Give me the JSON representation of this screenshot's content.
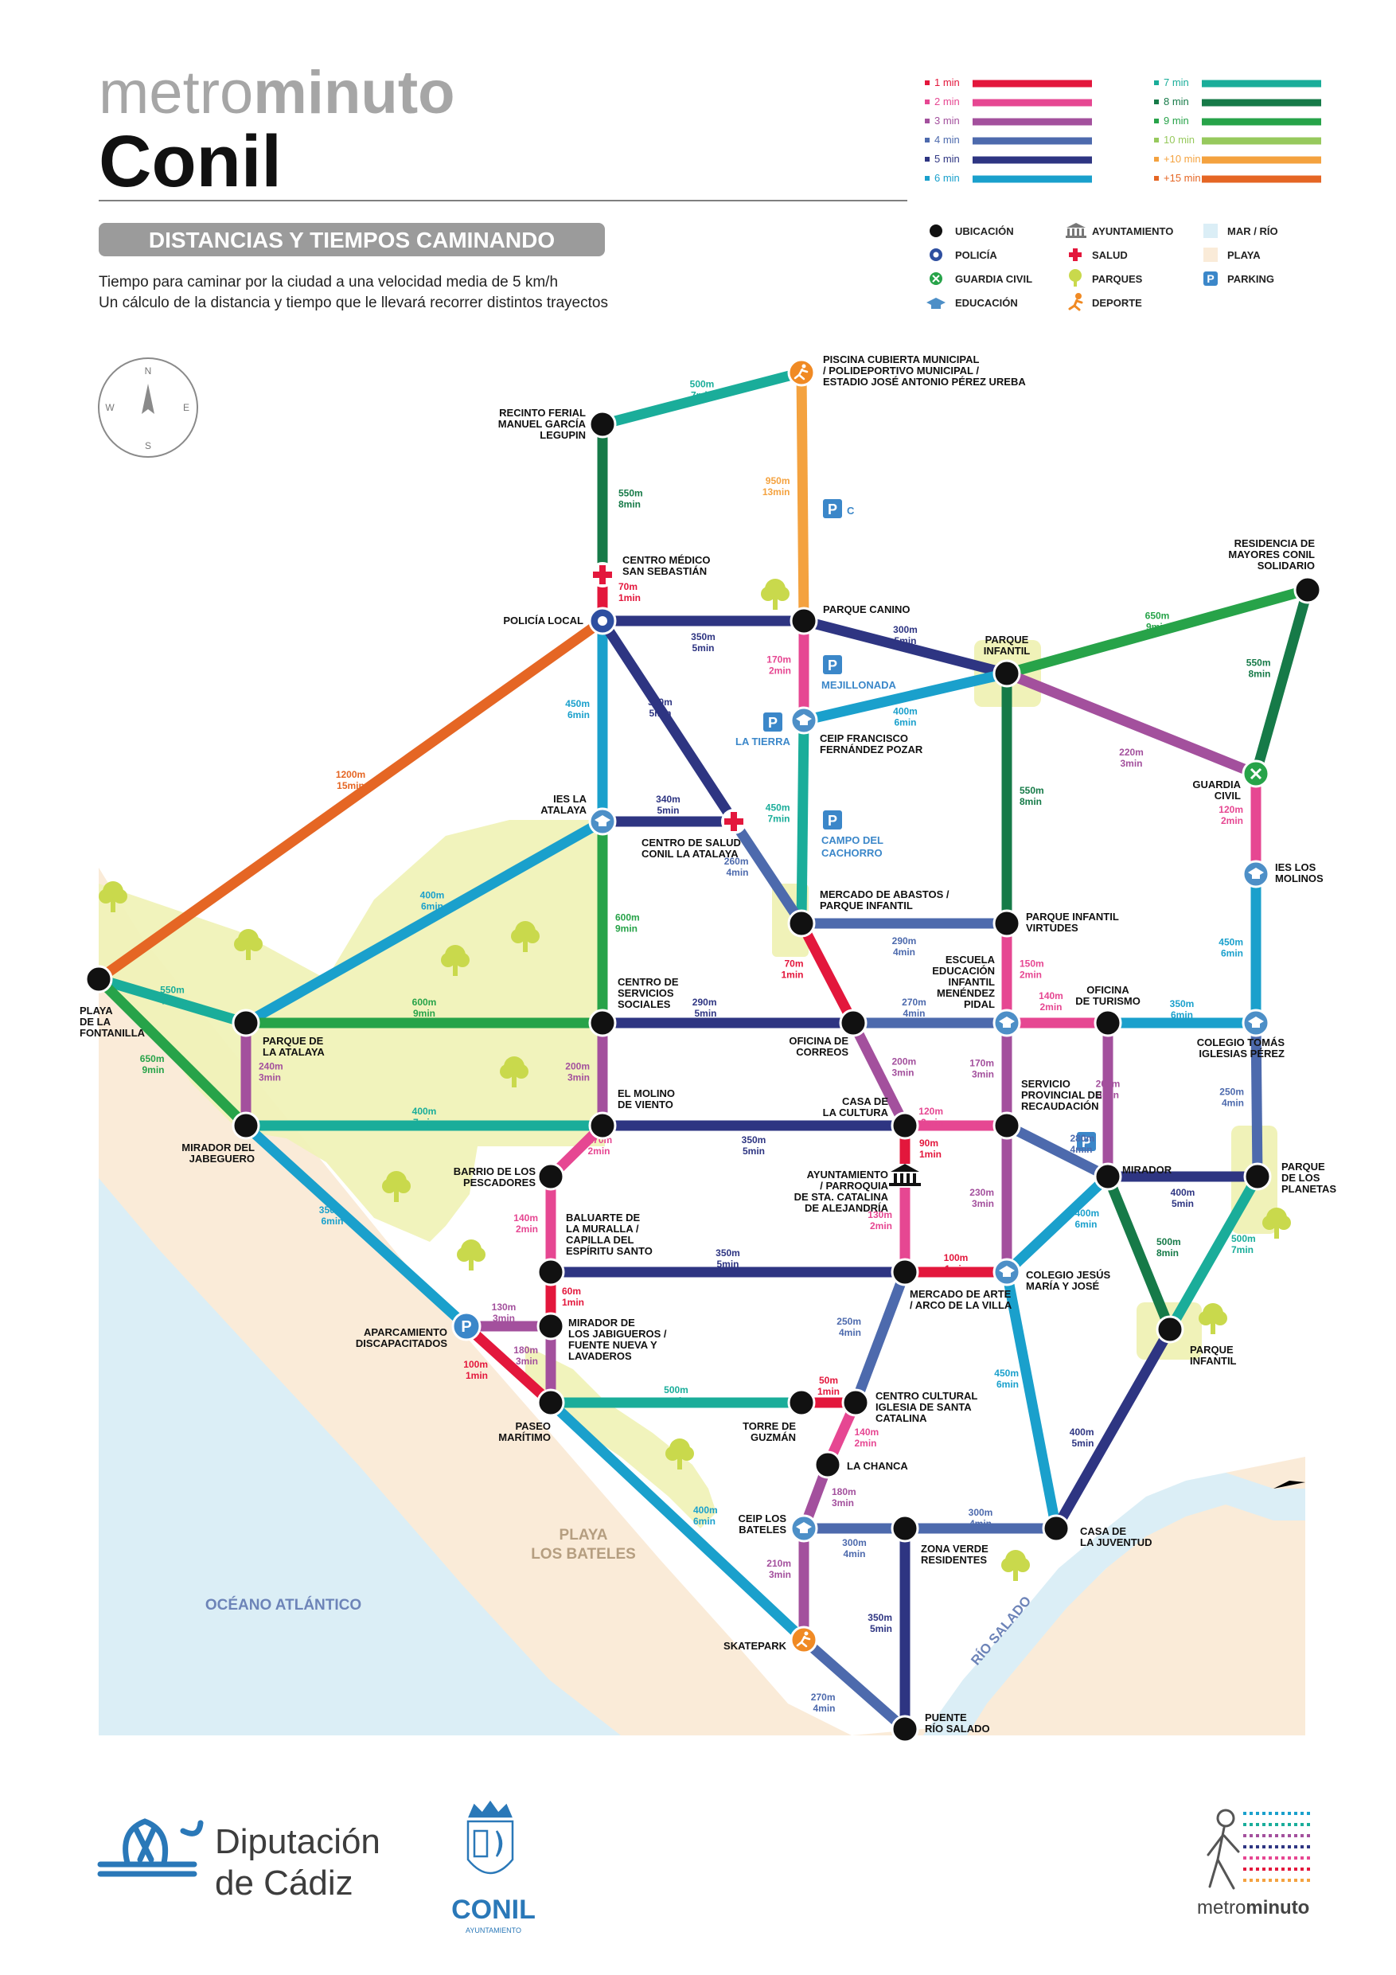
{
  "header": {
    "brand_light": "metro",
    "brand_bold": "minuto",
    "city": "Conil",
    "banner": "DISTANCIAS Y TIEMPOS CAMINANDO",
    "subtitle_1": "Tiempo para caminar por la ciudad a una velocidad media de 5 km/h",
    "subtitle_2": "Un cálculo de la distancia y tiempo que le llevará recorrer distintos trayectos"
  },
  "time_legend": [
    {
      "label": "1 min",
      "color": "#e3173c"
    },
    {
      "label": "2 min",
      "color": "#e64792"
    },
    {
      "label": "3 min",
      "color": "#a3509d"
    },
    {
      "label": "4 min",
      "color": "#4d6aad"
    },
    {
      "label": "5 min",
      "color": "#2e3582"
    },
    {
      "label": "6 min",
      "color": "#1aa0cc"
    },
    {
      "label": "7 min",
      "color": "#1aad9a"
    },
    {
      "label": "8 min",
      "color": "#167a48"
    },
    {
      "label": "9 min",
      "color": "#27a349"
    },
    {
      "label": "10 min",
      "color": "#97c95d"
    },
    {
      "label": "+10 min",
      "color": "#f4a23f"
    },
    {
      "label": "+15 min",
      "color": "#e56624"
    }
  ],
  "symbol_legend": [
    {
      "label": "UBICACIÓN",
      "icon": "dot-icon"
    },
    {
      "label": "POLICÍA",
      "icon": "police-icon"
    },
    {
      "label": "GUARDIA CIVIL",
      "icon": "guardia-civil-icon"
    },
    {
      "label": "EDUCACIÓN",
      "icon": "education-icon"
    },
    {
      "label": "AYUNTAMIENTO",
      "icon": "town-hall-icon"
    },
    {
      "label": "SALUD",
      "icon": "health-icon"
    },
    {
      "label": "PARQUES",
      "icon": "park-icon"
    },
    {
      "label": "DEPORTE",
      "icon": "sport-icon"
    },
    {
      "label": "MAR / RÍO",
      "icon": "sea-swatch-icon"
    },
    {
      "label": "PLAYA",
      "icon": "beach-swatch-icon"
    },
    {
      "label": "PARKING",
      "icon": "parking-icon"
    }
  ],
  "compass": {
    "n": "N",
    "s": "S",
    "e": "E",
    "w": "W"
  },
  "areas": {
    "ocean": "OCÉANO ATLÁNTICO",
    "beach": [
      "PLAYA",
      "LOS BATELES"
    ],
    "river": "RÍO SALADO"
  },
  "parking_labels": [
    "C",
    "MEJILLONADA",
    "LA TIERRA",
    "CAMPO DEL",
    "CACHORRO"
  ],
  "stations": [
    {
      "id": "piscina",
      "type": "sport",
      "label": [
        "PISCINA CUBIERTA MUNICIPAL",
        "/ POLIDEPORTIVO MUNICIPAL /",
        "ESTADIO JOSÉ ANTONIO PÉREZ UREBA"
      ]
    },
    {
      "id": "ferial",
      "type": "dot",
      "label": [
        "RECINTO FERIAL",
        "MANUEL GARCÍA",
        "LEGUPIN"
      ]
    },
    {
      "id": "medico",
      "type": "health",
      "label": [
        "CENTRO MÉDICO",
        "SAN SEBASTIÁN"
      ]
    },
    {
      "id": "policia",
      "type": "police",
      "label": [
        "POLICÍA LOCAL"
      ]
    },
    {
      "id": "canino",
      "type": "dot",
      "label": [
        "PARQUE CANINO"
      ]
    },
    {
      "id": "infantil1",
      "type": "dot",
      "label": [
        "PARQUE",
        "INFANTIL"
      ]
    },
    {
      "id": "residencia",
      "type": "dot",
      "label": [
        "RESIDENCIA DE",
        "MAYORES CONIL",
        "SOLIDARIO"
      ]
    },
    {
      "id": "ceip_fp",
      "type": "education",
      "label": [
        "CEIP FRANCISCO",
        "FERNÁNDEZ POZAR"
      ]
    },
    {
      "id": "guardia",
      "type": "guardia",
      "label": [
        "GUARDIA",
        "CIVIL"
      ]
    },
    {
      "id": "ies_atalaya",
      "type": "education",
      "label": [
        "IES LA",
        "ATALAYA"
      ]
    },
    {
      "id": "salud_atalaya",
      "type": "health",
      "label": [
        "CENTRO DE SALUD",
        "CONIL LA ATALAYA"
      ]
    },
    {
      "id": "ies_molinos",
      "type": "education",
      "label": [
        "IES LOS",
        "MOLINOS"
      ]
    },
    {
      "id": "abastos",
      "type": "dot",
      "label": [
        "MERCADO DE ABASTOS /",
        "PARQUE INFANTIL"
      ]
    },
    {
      "id": "virtudes",
      "type": "dot",
      "label": [
        "PARQUE INFANTIL",
        "VIRTUDES"
      ]
    },
    {
      "id": "fontanilla",
      "type": "dot",
      "label": [
        "PLAYA",
        "DE LA",
        "FONTANILLA"
      ]
    },
    {
      "id": "parque_atalaya",
      "type": "dot",
      "label": [
        "PARQUE DE",
        "LA ATALAYA"
      ]
    },
    {
      "id": "servicios",
      "type": "dot",
      "label": [
        "CENTRO DE",
        "SERVICIOS",
        "SOCIALES"
      ]
    },
    {
      "id": "correos",
      "type": "dot",
      "label": [
        "OFICINA DE",
        "CORREOS"
      ]
    },
    {
      "id": "escuela",
      "type": "education",
      "label": [
        "ESCUELA",
        "EDUCACIÓN",
        "INFANTIL",
        "MENÉNDEZ",
        "PIDAL"
      ]
    },
    {
      "id": "turismo",
      "type": "dot",
      "label": [
        "OFICINA",
        "DE TURISMO"
      ]
    },
    {
      "id": "tomas",
      "type": "education",
      "label": [
        "COLEGIO TOMÁS",
        "IGLESIAS PÉREZ"
      ]
    },
    {
      "id": "jabeguero",
      "type": "dot",
      "label": [
        "MIRADOR DEL",
        "JABEGUERO"
      ]
    },
    {
      "id": "molino",
      "type": "dot",
      "label": [
        "EL MOLINO",
        "DE VIENTO"
      ]
    },
    {
      "id": "cultura",
      "type": "dot",
      "label": [
        "CASA DE",
        "LA CULTURA"
      ]
    },
    {
      "id": "recaudacion",
      "type": "dot",
      "label": [
        "SERVICIO",
        "PROVINCIAL DE",
        "RECAUDACIÓN"
      ]
    },
    {
      "id": "mirador",
      "type": "dot",
      "label": [
        "MIRADOR"
      ]
    },
    {
      "id": "planetas",
      "type": "dot",
      "label": [
        "PARQUE",
        "DE LOS",
        "PLANETAS"
      ]
    },
    {
      "id": "pescadores",
      "type": "dot",
      "label": [
        "BARRIO DE LOS",
        "PESCADORES"
      ]
    },
    {
      "id": "ayuntamiento",
      "type": "townhall",
      "label": [
        "AYUNTAMIENTO",
        "/ PARROQUIA",
        "DE STA. CATALINA",
        "DE ALEJANDRÍA"
      ]
    },
    {
      "id": "baluarte",
      "type": "dot",
      "label": [
        "BALUARTE DE",
        "LA MURALLA /",
        "CAPILLA DEL",
        "ESPÍRITU SANTO"
      ]
    },
    {
      "id": "mercado_arte",
      "type": "dot",
      "label": [
        "MERCADO DE ARTE",
        "/ ARCO DE LA VILLA"
      ]
    },
    {
      "id": "jesus_maria",
      "type": "education",
      "label": [
        "COLEGIO JESÚS",
        "MARÍA Y JOSÉ"
      ]
    },
    {
      "id": "aparcamiento",
      "type": "parking",
      "label": [
        "APARCAMIENTO",
        "DISCAPACITADOS"
      ]
    },
    {
      "id": "jabigueros",
      "type": "dot",
      "label": [
        "MIRADOR DE",
        "LOS JABIGUEROS /",
        "FUENTE NUEVA Y",
        "LAVADEROS"
      ]
    },
    {
      "id": "infantil2",
      "type": "dot",
      "label": [
        "PARQUE",
        "INFANTIL"
      ]
    },
    {
      "id": "paseo",
      "type": "dot",
      "label": [
        "PASEO",
        "MARÍTIMO"
      ]
    },
    {
      "id": "guzman",
      "type": "dot",
      "label": [
        "TORRE DE",
        "GUZMÁN"
      ]
    },
    {
      "id": "cc_catalina",
      "type": "dot",
      "label": [
        "CENTRO CULTURAL",
        "IGLESIA DE SANTA",
        "CATALINA"
      ]
    },
    {
      "id": "chanca",
      "type": "dot",
      "label": [
        "LA CHANCA"
      ]
    },
    {
      "id": "ceip_bateles",
      "type": "education",
      "label": [
        "CEIP LOS",
        "BATELES"
      ]
    },
    {
      "id": "zona_verde",
      "type": "dot",
      "label": [
        "ZONA VERDE",
        "RESIDENTES"
      ]
    },
    {
      "id": "juventud",
      "type": "dot",
      "label": [
        "CASA DE",
        "LA JUVENTUD"
      ]
    },
    {
      "id": "skatepark",
      "type": "sport",
      "label": [
        "SKATEPARK"
      ]
    },
    {
      "id": "puente",
      "type": "dot",
      "label": [
        "PUENTE",
        "RÍO SALADO"
      ]
    }
  ],
  "connections": [
    {
      "a": "ferial",
      "b": "piscina",
      "dist": "500m",
      "time": "7min",
      "color": "#1aad9a"
    },
    {
      "a": "ferial",
      "b": "medico",
      "dist": "550m",
      "time": "8min",
      "color": "#167a48"
    },
    {
      "a": "medico",
      "b": "policia",
      "dist": "70m",
      "time": "1min",
      "color": "#e3173c"
    },
    {
      "a": "piscina",
      "b": "canino",
      "dist": "950m",
      "time": "13min",
      "color": "#f4a23f"
    },
    {
      "a": "policia",
      "b": "canino",
      "dist": "350m",
      "time": "5min",
      "color": "#2e3582"
    },
    {
      "a": "canino",
      "b": "infantil1",
      "dist": "300m",
      "time": "5min",
      "color": "#2e3582"
    },
    {
      "a": "canino",
      "b": "ceip_fp",
      "dist": "170m",
      "time": "2min",
      "color": "#e64792"
    },
    {
      "a": "infantil1",
      "b": "residencia",
      "dist": "650m",
      "time": "9min",
      "color": "#27a349"
    },
    {
      "a": "residencia",
      "b": "guardia",
      "dist": "550m",
      "time": "8min",
      "color": "#167a48"
    },
    {
      "a": "infantil1",
      "b": "guardia",
      "dist": "220m",
      "time": "3min",
      "color": "#a3509d"
    },
    {
      "a": "ceip_fp",
      "b": "infantil1",
      "dist": "400m",
      "time": "6min",
      "color": "#1aa0cc"
    },
    {
      "a": "infantil1",
      "b": "virtudes",
      "dist": "550m",
      "time": "8min",
      "color": "#167a48"
    },
    {
      "a": "policia",
      "b": "fontanilla",
      "dist": "1200m",
      "time": "15min",
      "color": "#e56624"
    },
    {
      "a": "policia",
      "b": "ies_atalaya",
      "dist": "450m",
      "time": "6min",
      "color": "#1aa0cc"
    },
    {
      "a": "policia",
      "b": "salud_atalaya",
      "dist": "350m",
      "time": "5min",
      "color": "#2e3582"
    },
    {
      "a": "ies_atalaya",
      "b": "salud_atalaya",
      "dist": "340m",
      "time": "5min",
      "color": "#2e3582"
    },
    {
      "a": "ceip_fp",
      "b": "abastos",
      "dist": "450m",
      "time": "7min",
      "color": "#1aad9a"
    },
    {
      "a": "salud_atalaya",
      "b": "abastos",
      "dist": "260m",
      "time": "4min",
      "color": "#4d6aad"
    },
    {
      "a": "guardia",
      "b": "ies_molinos",
      "dist": "120m",
      "time": "2min",
      "color": "#e64792"
    },
    {
      "a": "ies_molinos",
      "b": "tomas",
      "dist": "450m",
      "time": "6min",
      "color": "#1aa0cc"
    },
    {
      "a": "abastos",
      "b": "virtudes",
      "dist": "290m",
      "time": "4min",
      "color": "#4d6aad"
    },
    {
      "a": "ies_atalaya",
      "b": "parque_atalaya",
      "dist": "400m",
      "time": "6min",
      "color": "#1aa0cc"
    },
    {
      "a": "ies_atalaya",
      "b": "servicios",
      "dist": "600m",
      "time": "9min",
      "color": "#27a349"
    },
    {
      "a": "fontanilla",
      "b": "parque_atalaya",
      "dist": "550m",
      "time": "7min",
      "color": "#1aad9a"
    },
    {
      "a": "fontanilla",
      "b": "jabeguero",
      "dist": "650m",
      "time": "9min",
      "color": "#27a349"
    },
    {
      "a": "parque_atalaya",
      "b": "servicios",
      "dist": "600m",
      "time": "9min",
      "color": "#27a349"
    },
    {
      "a": "parque_atalaya",
      "b": "jabeguero",
      "dist": "240m",
      "time": "3min",
      "color": "#a3509d"
    },
    {
      "a": "servicios",
      "b": "correos",
      "dist": "290m",
      "time": "5min",
      "color": "#2e3582"
    },
    {
      "a": "abastos",
      "b": "correos",
      "dist": "70m",
      "time": "1min",
      "color": "#e3173c"
    },
    {
      "a": "correos",
      "b": "escuela",
      "dist": "270m",
      "time": "4min",
      "color": "#4d6aad"
    },
    {
      "a": "virtudes",
      "b": "escuela",
      "dist": "150m",
      "time": "2min",
      "color": "#e64792"
    },
    {
      "a": "escuela",
      "b": "turismo",
      "dist": "140m",
      "time": "2min",
      "color": "#e64792"
    },
    {
      "a": "turismo",
      "b": "tomas",
      "dist": "350m",
      "time": "6min",
      "color": "#1aa0cc"
    },
    {
      "a": "servicios",
      "b": "molino",
      "dist": "200m",
      "time": "3min",
      "color": "#a3509d"
    },
    {
      "a": "jabeguero",
      "b": "molino",
      "dist": "400m",
      "time": "7min",
      "color": "#1aad9a"
    },
    {
      "a": "molino",
      "b": "cultura",
      "dist": "350m",
      "time": "5min",
      "color": "#2e3582"
    },
    {
      "a": "correos",
      "b": "cultura",
      "dist": "200m",
      "time": "3min",
      "color": "#a3509d"
    },
    {
      "a": "escuela",
      "b": "recaudacion",
      "dist": "170m",
      "time": "3min",
      "color": "#a3509d"
    },
    {
      "a": "cultura",
      "b": "recaudacion",
      "dist": "120m",
      "time": "2min",
      "color": "#e64792"
    },
    {
      "a": "turismo",
      "b": "mirador",
      "dist": "200m",
      "time": "3min",
      "color": "#a3509d"
    },
    {
      "a": "recaudacion",
      "b": "mirador",
      "dist": "280m",
      "time": "4min",
      "color": "#4d6aad"
    },
    {
      "a": "tomas",
      "b": "planetas",
      "dist": "250m",
      "time": "4min",
      "color": "#4d6aad"
    },
    {
      "a": "mirador",
      "b": "planetas",
      "dist": "400m",
      "time": "5min",
      "color": "#2e3582"
    },
    {
      "a": "molino",
      "b": "pescadores",
      "dist": "170m",
      "time": "2min",
      "color": "#e64792"
    },
    {
      "a": "cultura",
      "b": "ayuntamiento",
      "dist": "90m",
      "time": "1min",
      "color": "#e3173c"
    },
    {
      "a": "pescadores",
      "b": "baluarte",
      "dist": "140m",
      "time": "2min",
      "color": "#e64792"
    },
    {
      "a": "ayuntamiento",
      "b": "mercado_arte",
      "dist": "130m",
      "time": "2min",
      "color": "#e64792"
    },
    {
      "a": "baluarte",
      "b": "mercado_arte",
      "dist": "350m",
      "time": "5min",
      "color": "#2e3582"
    },
    {
      "a": "mercado_arte",
      "b": "jesus_maria",
      "dist": "100m",
      "time": "1min",
      "color": "#e3173c"
    },
    {
      "a": "recaudacion",
      "b": "jesus_maria",
      "dist": "230m",
      "time": "3min",
      "color": "#a3509d"
    },
    {
      "a": "mirador",
      "b": "jesus_maria",
      "dist": "400m",
      "time": "6min",
      "color": "#1aa0cc"
    },
    {
      "a": "mirador",
      "b": "infantil2",
      "dist": "500m",
      "time": "8min",
      "color": "#167a48"
    },
    {
      "a": "planetas",
      "b": "infantil2",
      "dist": "500m",
      "time": "7min",
      "color": "#1aad9a"
    },
    {
      "a": "jabeguero",
      "b": "aparcamiento",
      "dist": "350m",
      "time": "6min",
      "color": "#1aa0cc"
    },
    {
      "a": "baluarte",
      "b": "jabigueros",
      "dist": "60m",
      "time": "1min",
      "color": "#e3173c"
    },
    {
      "a": "aparcamiento",
      "b": "jabigueros",
      "dist": "130m",
      "time": "3min",
      "color": "#a3509d"
    },
    {
      "a": "aparcamiento",
      "b": "paseo",
      "dist": "100m",
      "time": "1min",
      "color": "#e3173c"
    },
    {
      "a": "jabigueros",
      "b": "paseo",
      "dist": "180m",
      "time": "3min",
      "color": "#a3509d"
    },
    {
      "a": "paseo",
      "b": "guzman",
      "dist": "500m",
      "time": "7min",
      "color": "#1aad9a"
    },
    {
      "a": "guzman",
      "b": "cc_catalina",
      "dist": "50m",
      "time": "1min",
      "color": "#e3173c"
    },
    {
      "a": "mercado_arte",
      "b": "cc_catalina",
      "dist": "250m",
      "time": "4min",
      "color": "#4d6aad"
    },
    {
      "a": "cc_catalina",
      "b": "chanca",
      "dist": "140m",
      "time": "2min",
      "color": "#e64792"
    },
    {
      "a": "chanca",
      "b": "ceip_bateles",
      "dist": "180m",
      "time": "3min",
      "color": "#a3509d"
    },
    {
      "a": "ceip_bateles",
      "b": "zona_verde",
      "dist": "300m",
      "time": "4min",
      "color": "#4d6aad"
    },
    {
      "a": "zona_verde",
      "b": "juventud",
      "dist": "300m",
      "time": "4min",
      "color": "#4d6aad"
    },
    {
      "a": "jesus_maria",
      "b": "juventud",
      "dist": "450m",
      "time": "6min",
      "color": "#1aa0cc"
    },
    {
      "a": "infantil2",
      "b": "juventud",
      "dist": "400m",
      "time": "5min",
      "color": "#2e3582"
    },
    {
      "a": "paseo",
      "b": "skatepark",
      "dist": "400m",
      "time": "6min",
      "color": "#1aa0cc"
    },
    {
      "a": "ceip_bateles",
      "b": "skatepark",
      "dist": "210m",
      "time": "3min",
      "color": "#a3509d"
    },
    {
      "a": "skatepark",
      "b": "puente",
      "dist": "270m",
      "time": "4min",
      "color": "#4d6aad"
    },
    {
      "a": "zona_verde",
      "b": "puente",
      "dist": "350m",
      "time": "5min",
      "color": "#2e3582"
    }
  ],
  "footer": {
    "diputacion_1": "Diputación",
    "diputacion_2": "de Cádiz",
    "conil_logo": "CONIL",
    "conil_sub": "AYUNTAMIENTO",
    "mm_light": "metro",
    "mm_bold": "minuto"
  }
}
